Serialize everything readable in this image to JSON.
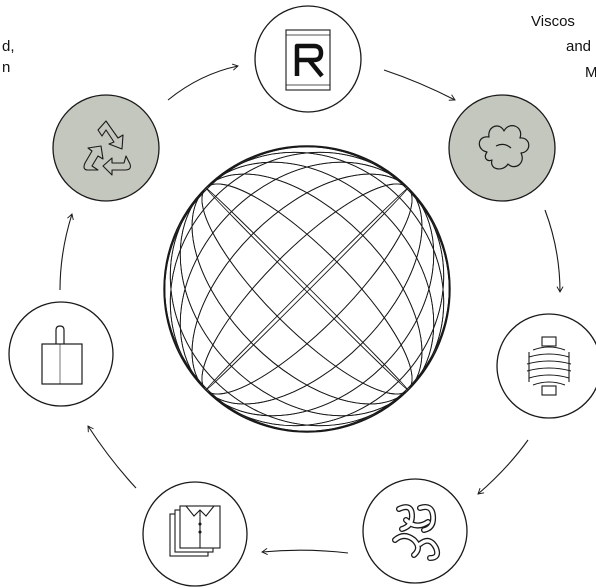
{
  "text_fragments": {
    "top_left": [
      "d,",
      "n"
    ],
    "top_right": [
      "Viscos",
      "and",
      "M"
    ]
  },
  "colors": {
    "filled_node": "#c4c7bd",
    "stroke": "#1a1a1a",
    "background": "#ffffff"
  },
  "nodes": [
    {
      "name": "r-logo-node",
      "icon": "letter-r-tag-icon",
      "filled": false
    },
    {
      "name": "cotton-node",
      "icon": "cotton-flower-icon",
      "filled": true
    },
    {
      "name": "spool-node",
      "icon": "yarn-spool-icon",
      "filled": false
    },
    {
      "name": "fiber-node",
      "icon": "fiber-strands-icon",
      "filled": false
    },
    {
      "name": "clothing-node",
      "icon": "folded-shirts-icon",
      "filled": false
    },
    {
      "name": "bag-node",
      "icon": "shopping-bag-icon",
      "filled": false
    },
    {
      "name": "recycle-node",
      "icon": "recycle-icon",
      "filled": true
    }
  ],
  "center": {
    "icon": "wireframe-globe-icon"
  }
}
